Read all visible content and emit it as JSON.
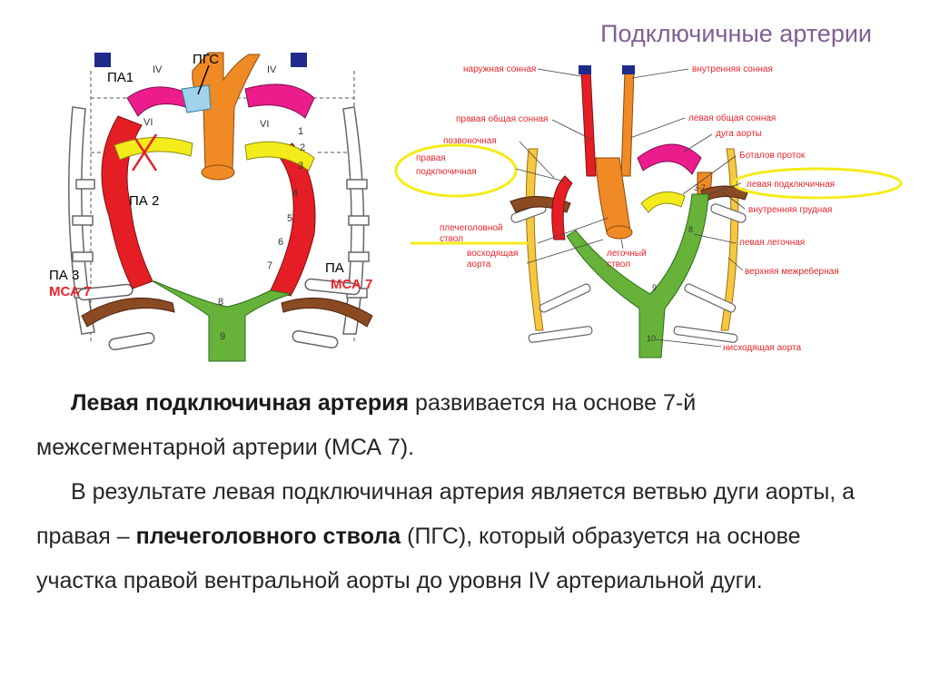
{
  "title": "Подключичные артерии",
  "left_figure": {
    "labels": {
      "pgs": "ПГС",
      "pa1": "ПА1",
      "pa2": "ПА 2",
      "pa3": "ПА 3",
      "pa_right": "ПА",
      "mca7_left": "МСА 7",
      "mca7_right": "МСА 7",
      "roman_iv_left": "IV",
      "roman_iv_right": "IV",
      "roman_vi_left": "VI",
      "roman_vi_right": "VI",
      "num_1": "1",
      "num_2": "2",
      "num_3": "3",
      "num_4": "4",
      "num_5": "5",
      "num_6": "6",
      "num_7": "7",
      "num_8": "8",
      "num_9": "9"
    }
  },
  "right_figure": {
    "labels": {
      "external_carotid": "наружная сонная",
      "internal_carotid": "внутренняя сонная",
      "right_common_carotid": "правая общая сонная",
      "left_common_carotid": "левая общая сонная",
      "vertebral": "позвоночная",
      "aortic_arch": "дуга аорты",
      "right_subclavian": "правая\nподключичная",
      "botallo_duct": "Боталов проток",
      "left_subclavian": "левая подключичная",
      "internal_thoracic": "внутренняя грудная",
      "brachiocephalic_l1": "плечеголовной",
      "brachiocephalic_l2": "ствол",
      "ascending_aorta_l1": "восходящая",
      "ascending_aorta_l2": "аорта",
      "pulmonary_trunk_l1": "легочный",
      "pulmonary_trunk_l2": "ствол",
      "left_pulmonary": "левая легочная",
      "upper_intercostal": "верхняя межреберная",
      "descending_aorta": "нисходящая аорта",
      "num_37": "3-7",
      "num_8": "8",
      "num_9": "9",
      "num_10": "10"
    }
  },
  "paragraphs": [
    {
      "bold": "Левая подключичная артерия",
      "text": " развивается на основе 7-й межсегментарной артерии (МСА 7)."
    },
    {
      "text_before": "В результате левая подключичная артерия является ветвью дуги аорты, а правая – ",
      "bold": "плечеголовного ствола",
      "text_after": " (ПГС), который образуется на основе участка правой вентральной аорты до уровня IV артериальной дуги."
    }
  ],
  "colors": {
    "title": "#7f5f94",
    "label_red": "#e8252a",
    "artery_red": "#e51e25",
    "magenta": "#ec1c8c",
    "yellow": "#f4ec1a",
    "orange": "#f08a24",
    "green": "#67b33a",
    "brown": "#8a4a22",
    "light_blue": "#9fd3ec"
  }
}
